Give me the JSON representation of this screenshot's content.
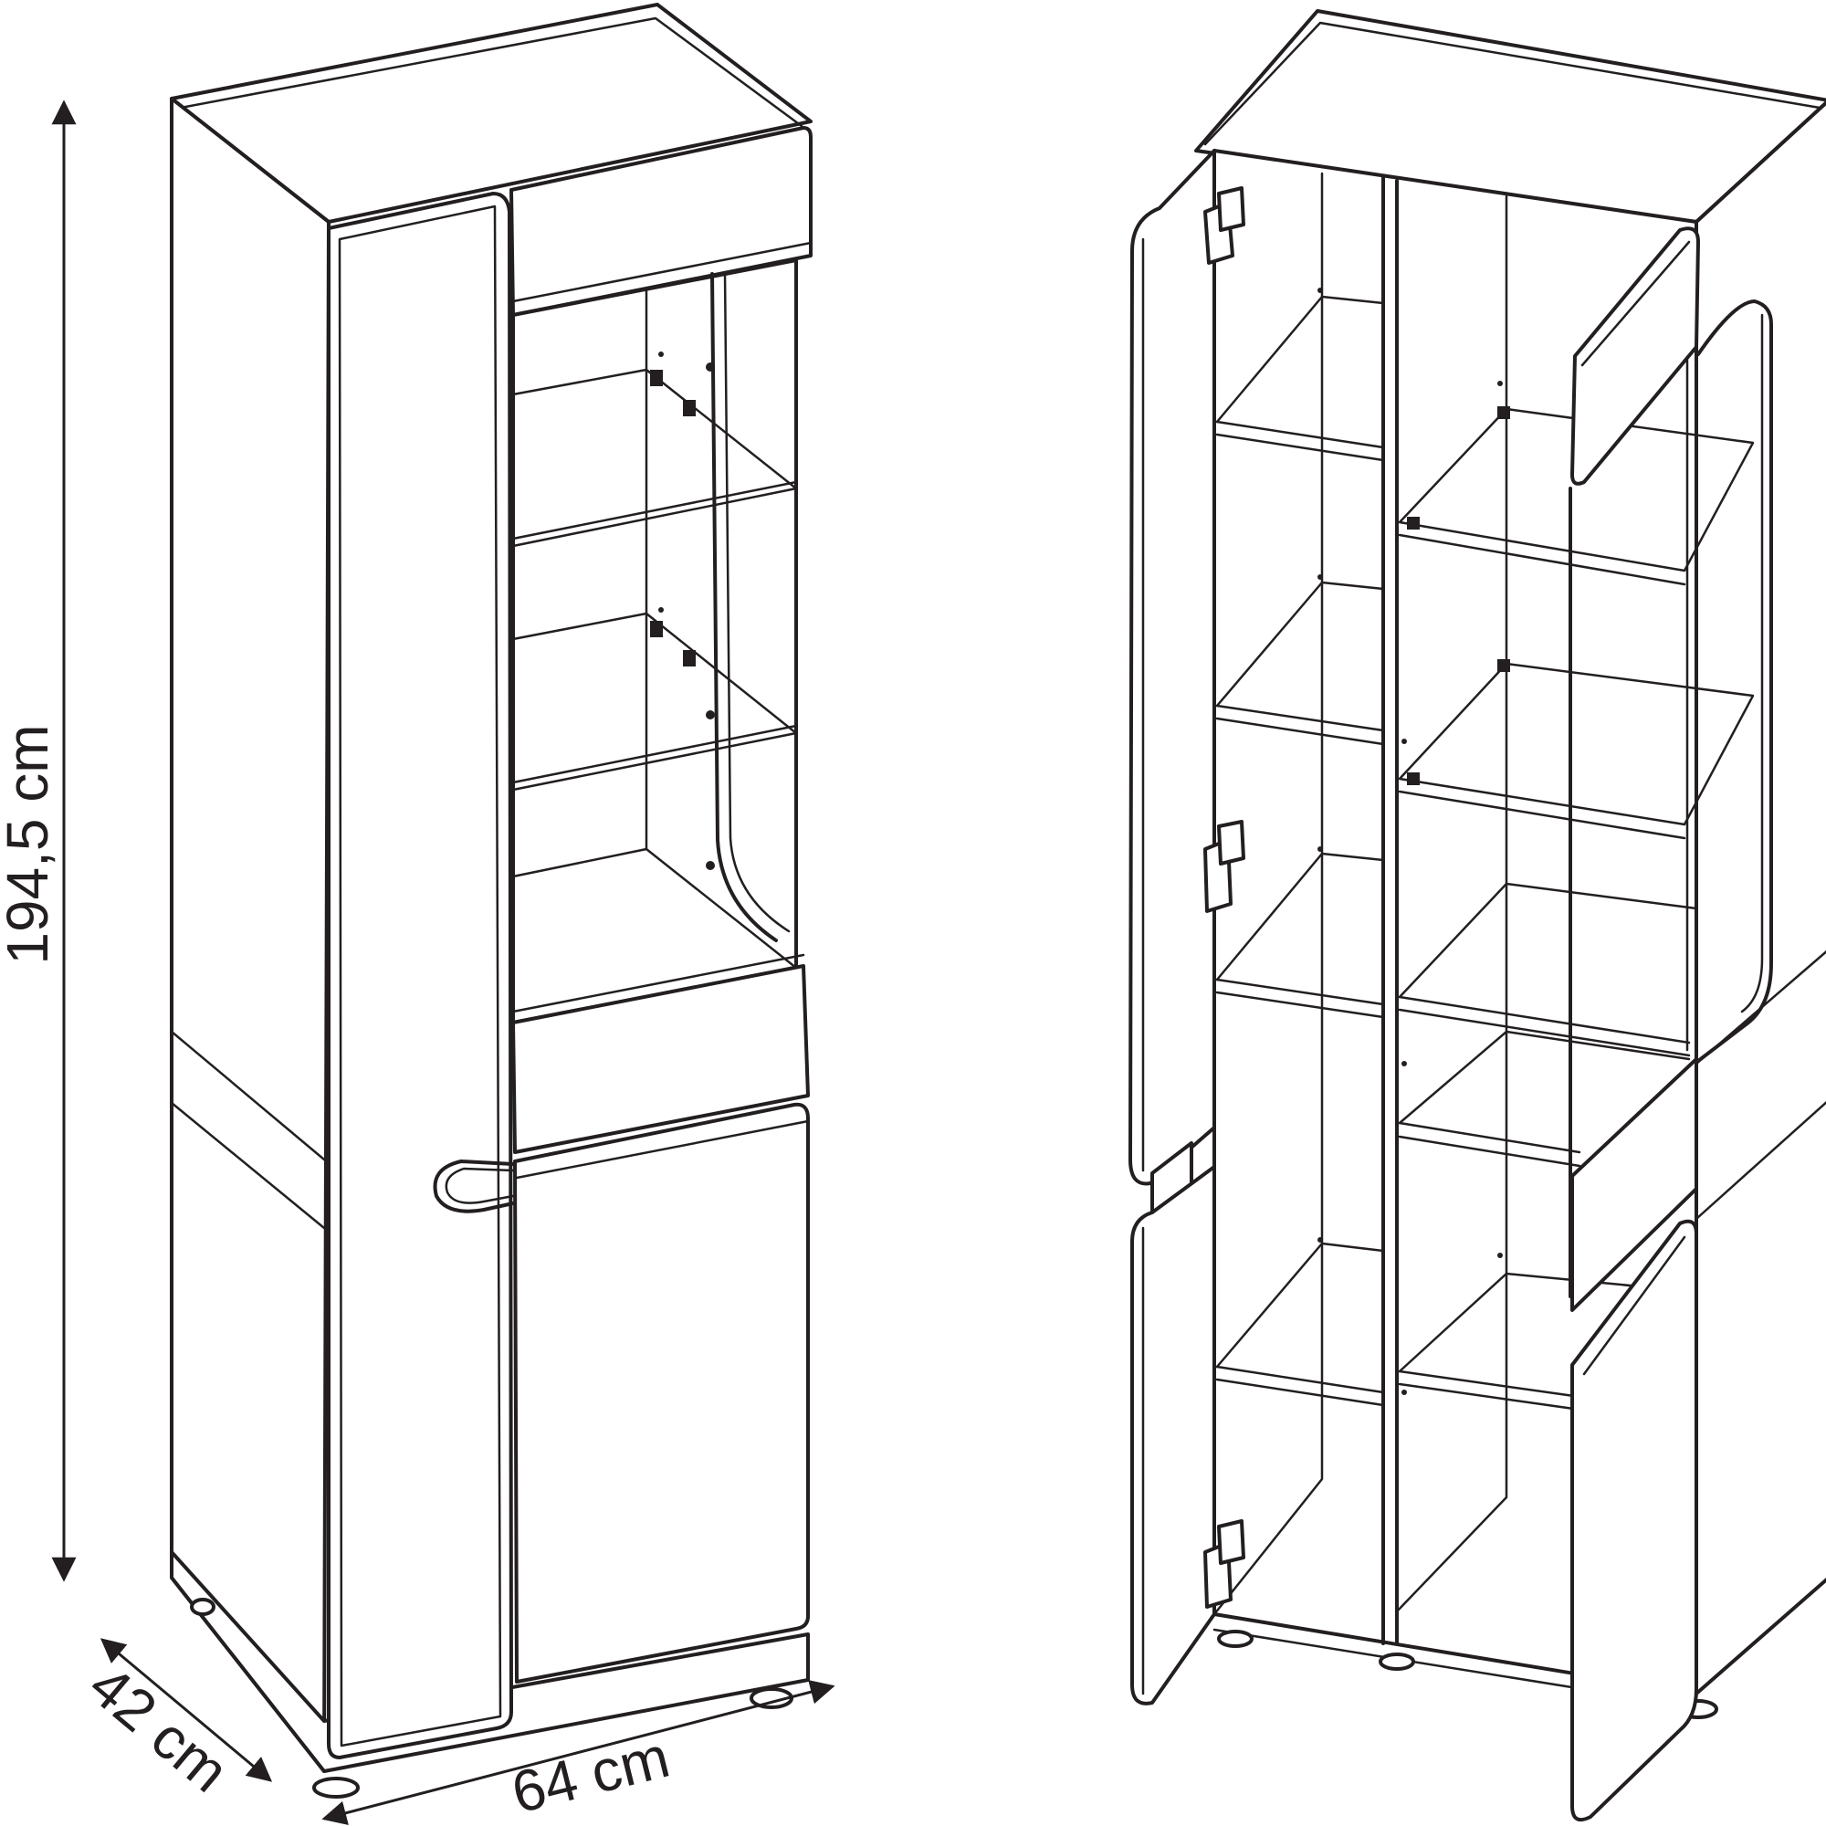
{
  "dimensions": {
    "height_label": "194,5 cm",
    "depth_label": "42 cm",
    "width_label": "64 cm"
  },
  "colors": {
    "line": "#231f20",
    "background": "#ffffff"
  },
  "views": [
    "closed-cabinet",
    "open-cabinet"
  ]
}
